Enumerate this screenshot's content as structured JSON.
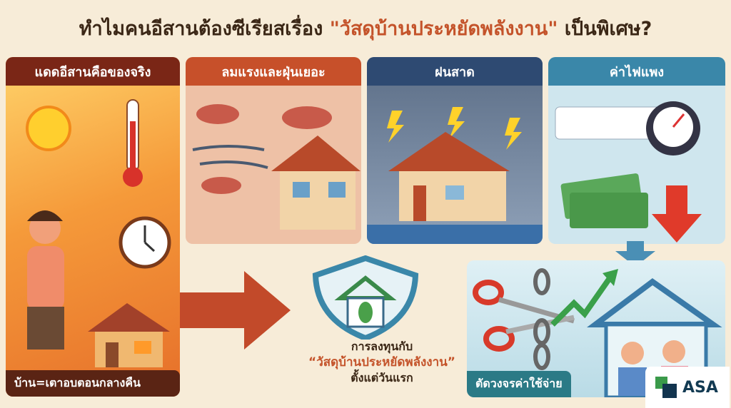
{
  "title": {
    "prefix": "ทำไมคนอีสานต้องซีเรียสเรื่อง ",
    "highlight": "\"วัสดุบ้านประหยัดพลังงาน\"",
    "suffix": " เป็นพิเศษ?"
  },
  "panels": [
    {
      "heading": "แดดอีสานคือของจริง",
      "footer": "บ้าน=เตาอบตอนกลางคืน"
    },
    {
      "heading": "ลมแรงและฝุ่นเยอะ"
    },
    {
      "heading": "ฝนสาด"
    },
    {
      "heading": "ค่าไฟแพง"
    }
  ],
  "center": {
    "line1": "การลงทุนกับ",
    "line2": "“วัสดุบ้านประหยัดพลังงาน”",
    "line3": "ตั้งแต่วันแรก"
  },
  "result": {
    "footer": "ตัดวงจรค่าใช้จ่าย"
  },
  "logo": {
    "text": "ASA"
  },
  "colors": {
    "accent": "#c4532a",
    "dark": "#3b2716",
    "teal": "#2b7a86"
  }
}
